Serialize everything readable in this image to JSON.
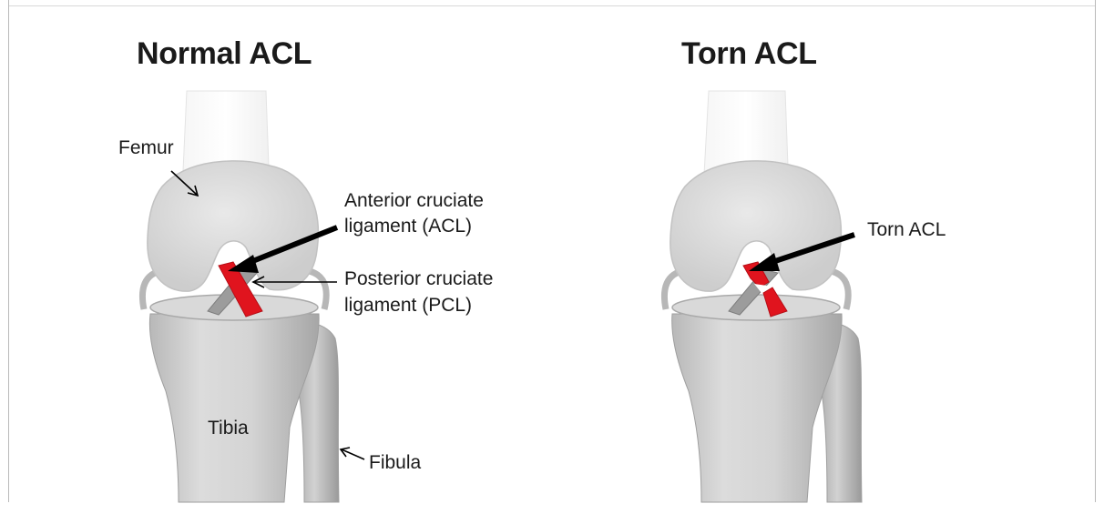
{
  "left_panel": {
    "title": "Normal ACL",
    "labels": {
      "femur": "Femur",
      "acl_line1": "Anterior cruciate",
      "acl_line2": "ligament (ACL)",
      "pcl_line1": "Posterior cruciate",
      "pcl_line2": "ligament (PCL)",
      "tibia": "Tibia",
      "fibula": "Fibula"
    }
  },
  "right_panel": {
    "title": "Torn ACL",
    "labels": {
      "torn_acl": "Torn ACL"
    }
  },
  "colors": {
    "ligament_red": "#e0141e",
    "bone_light": "#e6e6e6",
    "bone_mid": "#cfcfcf",
    "bone_dark": "#a8a8a8",
    "arrow": "#000000"
  }
}
